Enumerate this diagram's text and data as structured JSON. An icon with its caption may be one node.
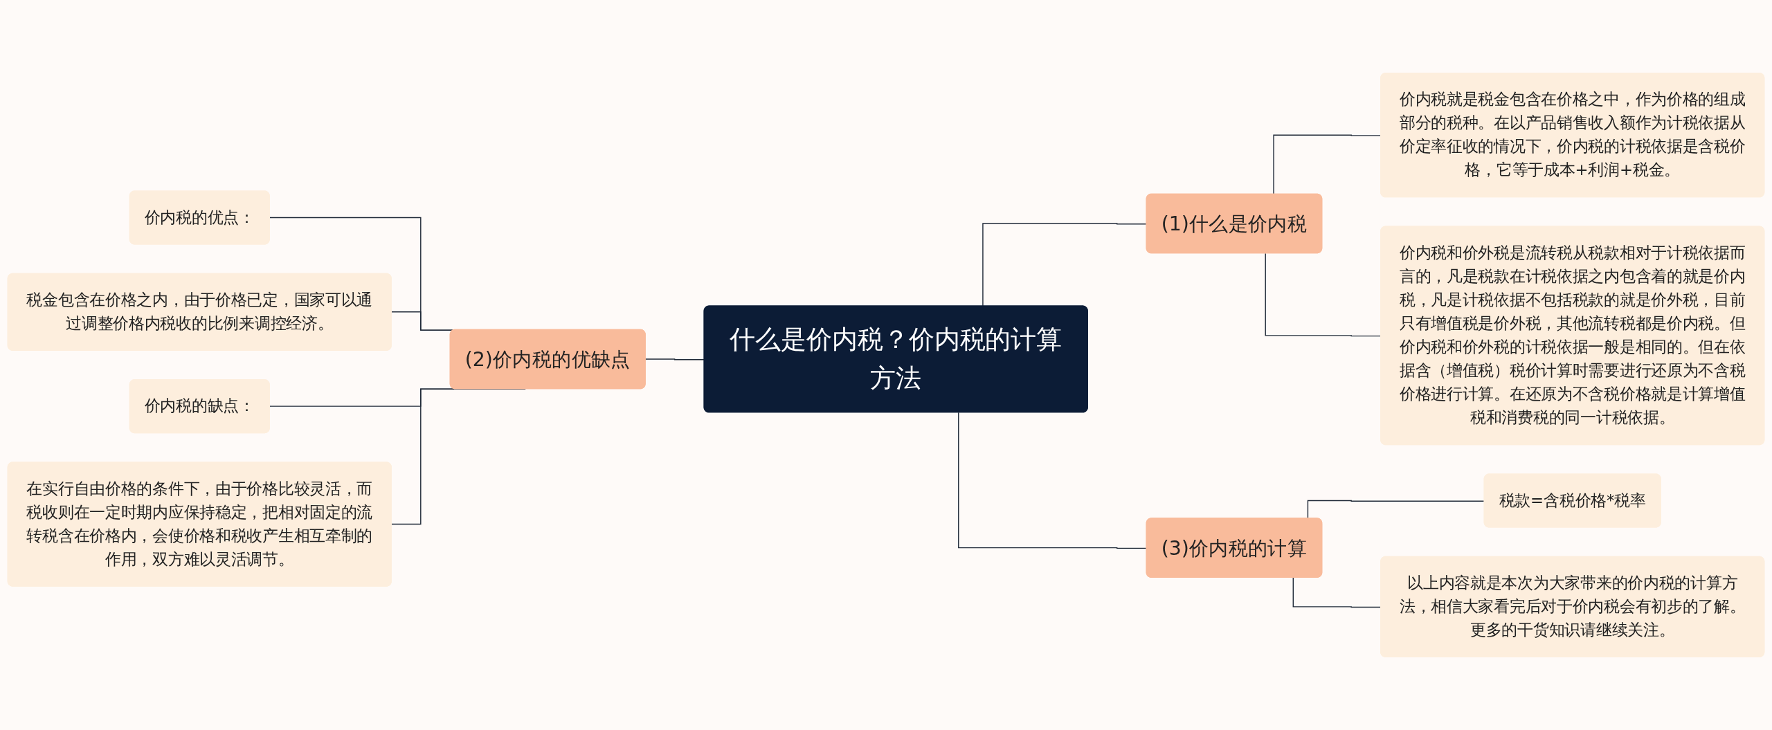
{
  "diagram": {
    "nodes": [
      {
        "text": [
          "什么是价内税？价内税的计算方法"
        ]
      },
      {
        "text": [
          "(1)什么是价内税"
        ]
      },
      {
        "text": [
          "价内税就是税金包含在价格之中，作为价格的组成部分的税种。在以产品销售收入额作为计税依据从价定率征收的情况下，价内税的计税依据是含税价格，它等于成本+利润+税金。"
        ]
      },
      {
        "text": [
          "价内税和价外税是流转税从税款相对于计税依据而言的，凡是税款在计税依据之内包含着的就是价内税，凡是计税依据不包括税款的就是价外税，目前只有增值税是价外税，其他流转税都是价内税。但价内税和价外税的计税依据一般是相同的。但在依据含（增值税）税价计算时需要进行还原为不含税价格进行计算。在还原为不含税价格就是计算增值税和消费税的同一计税依据。"
        ]
      },
      {
        "text": [
          "(2)价内税的优缺点"
        ]
      },
      {
        "text": [
          "价内税的优点："
        ]
      },
      {
        "text": [
          "税金包含在价格之内，由于价格已定，国家可以通过调整价格内税收的比例来调控经济。"
        ]
      },
      {
        "text": [
          "价内税的缺点："
        ]
      },
      {
        "text": [
          "在实行自由价格的条件下，由于价格比较灵活，而税收则在一定时期内应保持稳定，把相对固定的流转税含在价格内，会使价格和税收产生相互牵制的作用，双方难以灵活调节。"
        ]
      },
      {
        "text": [
          "(3)价内税的计算"
        ]
      },
      {
        "text": [
          "税款=含税价格*税率"
        ]
      },
      {
        "text": [
          "以上内容就是本次为大家带来的价内税的计算方法，相信大家看完后对于价内税会有初步的了解。更多的干货知识请继续关注。"
        ]
      }
    ],
    "edges": [
      {
        "from": 0,
        "to": 1,
        "arrow": "none"
      },
      {
        "from": 1,
        "to": 2,
        "arrow": "none"
      },
      {
        "from": 1,
        "to": 3,
        "arrow": "none"
      },
      {
        "from": 0,
        "to": 4,
        "arrow": "none"
      },
      {
        "from": 4,
        "to": 5,
        "arrow": "none"
      },
      {
        "from": 4,
        "to": 6,
        "arrow": "none"
      },
      {
        "from": 4,
        "to": 7,
        "arrow": "none"
      },
      {
        "from": 4,
        "to": 8,
        "arrow": "none"
      },
      {
        "from": 0,
        "to": 9,
        "arrow": "none"
      },
      {
        "from": 9,
        "to": 10,
        "arrow": "none"
      },
      {
        "from": 9,
        "to": 11,
        "arrow": "none"
      }
    ]
  }
}
